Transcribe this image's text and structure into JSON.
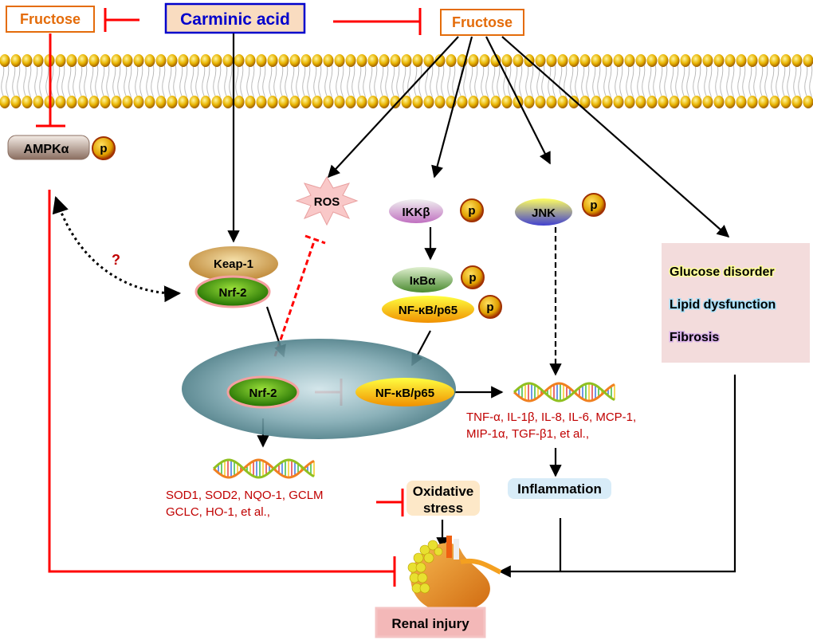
{
  "nodes": {
    "fructose_left": "Fructose",
    "carminic_acid": "Carminic acid",
    "fructose_right": "Fructose",
    "ampk": "AMPKα",
    "p": "p",
    "ros": "ROS",
    "ikkb": "IKKβ",
    "jnk": "JNK",
    "ikba": "IκBα",
    "nfkb": "NF-κB/p65",
    "keap1": "Keap-1",
    "nrf2": "Nrf-2",
    "question": "?",
    "inflammation": "Inflammation",
    "oxidative_stress_1": "Oxidative",
    "oxidative_stress_2": "stress",
    "renal_injury": "Renal injury"
  },
  "genes": {
    "inflammatory_line1": "TNF-α, IL-1β, IL-8, IL-6, MCP-1,",
    "inflammatory_line2": "MIP-1α, TGF-β1, et al.,",
    "antioxidant_line1": "SOD1, SOD2, NQO-1, GCLM",
    "antioxidant_line2": "GCLC, HO-1, et al.,"
  },
  "outcomes": {
    "glucose": "Glucose disorder",
    "lipid": "Lipid dysfunction",
    "fibrosis": "Fibrosis"
  },
  "colors": {
    "inhibit": "#ff0000",
    "fructose": "#e46c0a",
    "carminic_border": "#0000cc",
    "gene_text": "#c00000"
  }
}
